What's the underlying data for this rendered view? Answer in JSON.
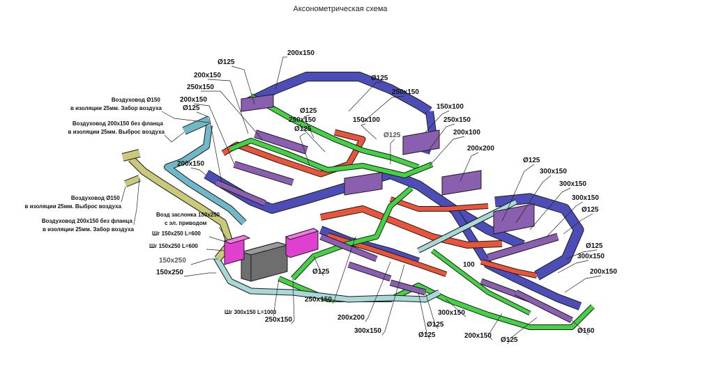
{
  "title": "Аксонометрическая схема",
  "colors": {
    "supply": "#4d4db8",
    "extract": "#e8553a",
    "fresh": "#44d244",
    "exhaust": "#a8d8d8",
    "olive": "#c9c97a",
    "cyan": "#6fb8c8",
    "purple": "#8a5fb0",
    "damper": "#e040d0",
    "unit": "#6e6e6e"
  },
  "labels": [
    "200x150",
    "Ø125",
    "200x150",
    "250x150",
    "200x150",
    "Ø125",
    "Ø125",
    "250x150",
    "Ø125",
    "250x150",
    "Ø125",
    "150x100",
    "150x100",
    "250x150",
    "Ø125",
    "200x100",
    "200x150",
    "200x200",
    "Ø125",
    "300x150",
    "300x150",
    "300x150",
    "Ø125",
    "Ø125",
    "300x150",
    "200x150",
    "150x250",
    "150x250",
    "Ø125",
    "250x150",
    "200x200",
    "300x150",
    "Ø125",
    "300x150",
    "Ø125",
    "200x150",
    "Ø125",
    "Ø160",
    "250x150",
    "100"
  ],
  "notes": {
    "n1": [
      "Воздуховод Ø150",
      "в изоляции 25мм. Забор воздуха"
    ],
    "n2": [
      "Воздуховод 200x150 без фланца",
      "в изоляции 25мм. Выброс воздуха"
    ],
    "n3": [
      "Воздуховод Ø150",
      "в изоляции 25мм. Выброс воздуха"
    ],
    "n4": [
      "Воздуховод 200x150 без фланца",
      "в изоляции 25мм. Забор воздуха"
    ],
    "n5": [
      "Возд заслонка 150x250",
      "с эл. приводом"
    ],
    "n6": "Шг 150x250 L=600",
    "n7": "Шг 150x250 L=600",
    "n8": "Шг 300x150 L=1000"
  }
}
